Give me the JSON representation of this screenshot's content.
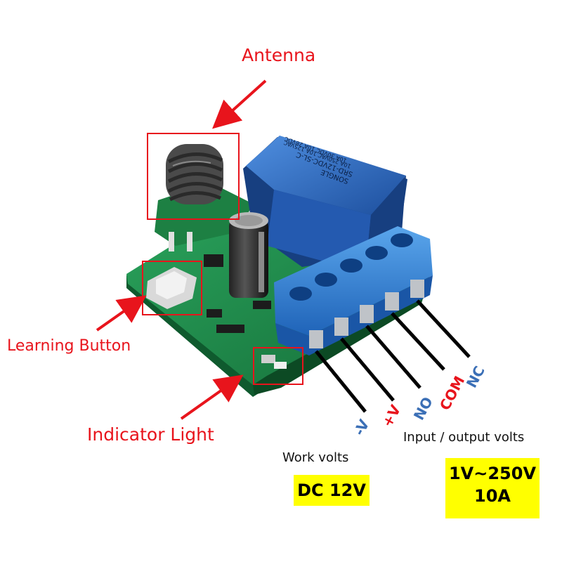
{
  "labels": {
    "antenna": "Antenna",
    "learning_button": "Learning Button",
    "indicator_light": "Indicator Light",
    "work_volts": "Work volts",
    "io_volts": "Input / output volts"
  },
  "badges": {
    "work": "DC 12V",
    "io_line1": "1V~250V",
    "io_line2": "10A"
  },
  "terminals": {
    "minus_v": "-V",
    "plus_v": "+V",
    "no": "NO",
    "com": "COM",
    "nc": "NC"
  },
  "relay_text": {
    "brand": "SONGLE",
    "model": "SRD-12VDC-SL-C",
    "rating_1": "10A 250VAC 10A 125VAC",
    "rating_2": "10A 30VDC 10A 28VDC"
  },
  "colors": {
    "callout_red": "#e8141c",
    "terminal_blue": "#2f7fd0",
    "pcb_green": "#1f8a4a",
    "relay_blue": "#2a63b8",
    "badge_yellow": "#ffff00",
    "terminal_label_blue": "#3b6fb6"
  }
}
